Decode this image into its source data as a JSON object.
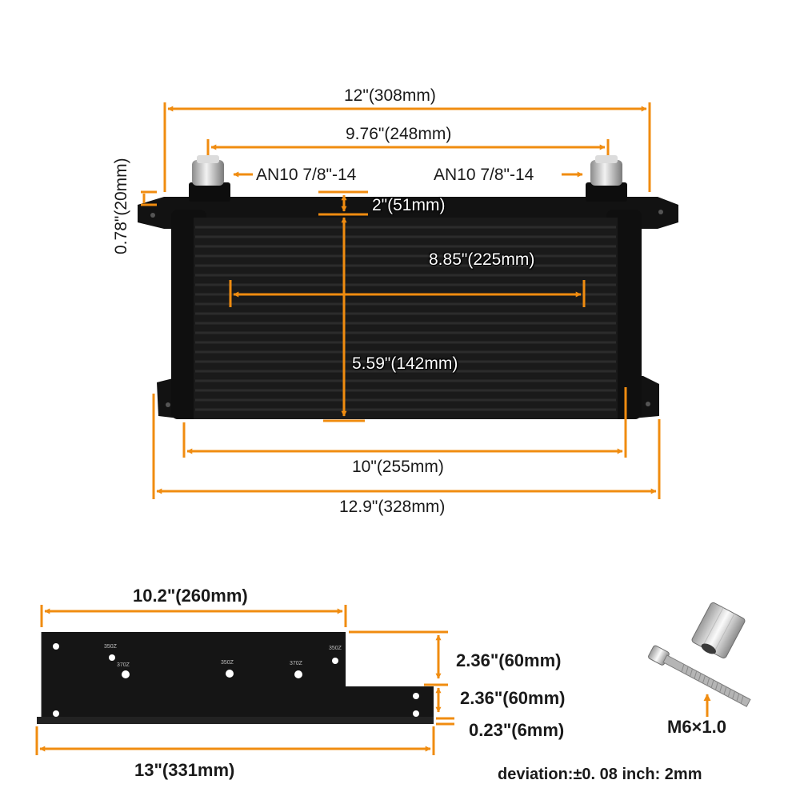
{
  "colors": {
    "dimension": "#f08c10",
    "cooler": "#121212",
    "fin": "#262626",
    "bracket": "#151515",
    "steel": "#c9c9c9"
  },
  "cooler": {
    "overall_width": "12\"(308mm)",
    "port_spacing": "9.76\"(248mm)",
    "port_left": "AN10 7/8\"-14",
    "port_right": "AN10 7/8\"-14",
    "mount_thickness": "0.78\"(20mm)",
    "top_gap": "2\"(51mm)",
    "core_width": "8.85\"(225mm)",
    "core_height": "5.59\"(142mm)",
    "mount_spacing": "10\"(255mm)",
    "total_width": "12.9\"(328mm)"
  },
  "bracket": {
    "top_length": "10.2\"(260mm)",
    "bottom_length": "13\"(331mm)",
    "height_upper": "2.36\"(60mm)",
    "height_lower": "2.36\"(60mm)",
    "thickness": "0.23\"(6mm)",
    "hole_marks": [
      "350Z",
      "370Z",
      "350Z",
      "370Z",
      "350Z"
    ]
  },
  "hardware": {
    "bolt_size": "M6×1.0"
  },
  "footer": {
    "deviation": "deviation:±0. 08 inch: 2mm"
  }
}
